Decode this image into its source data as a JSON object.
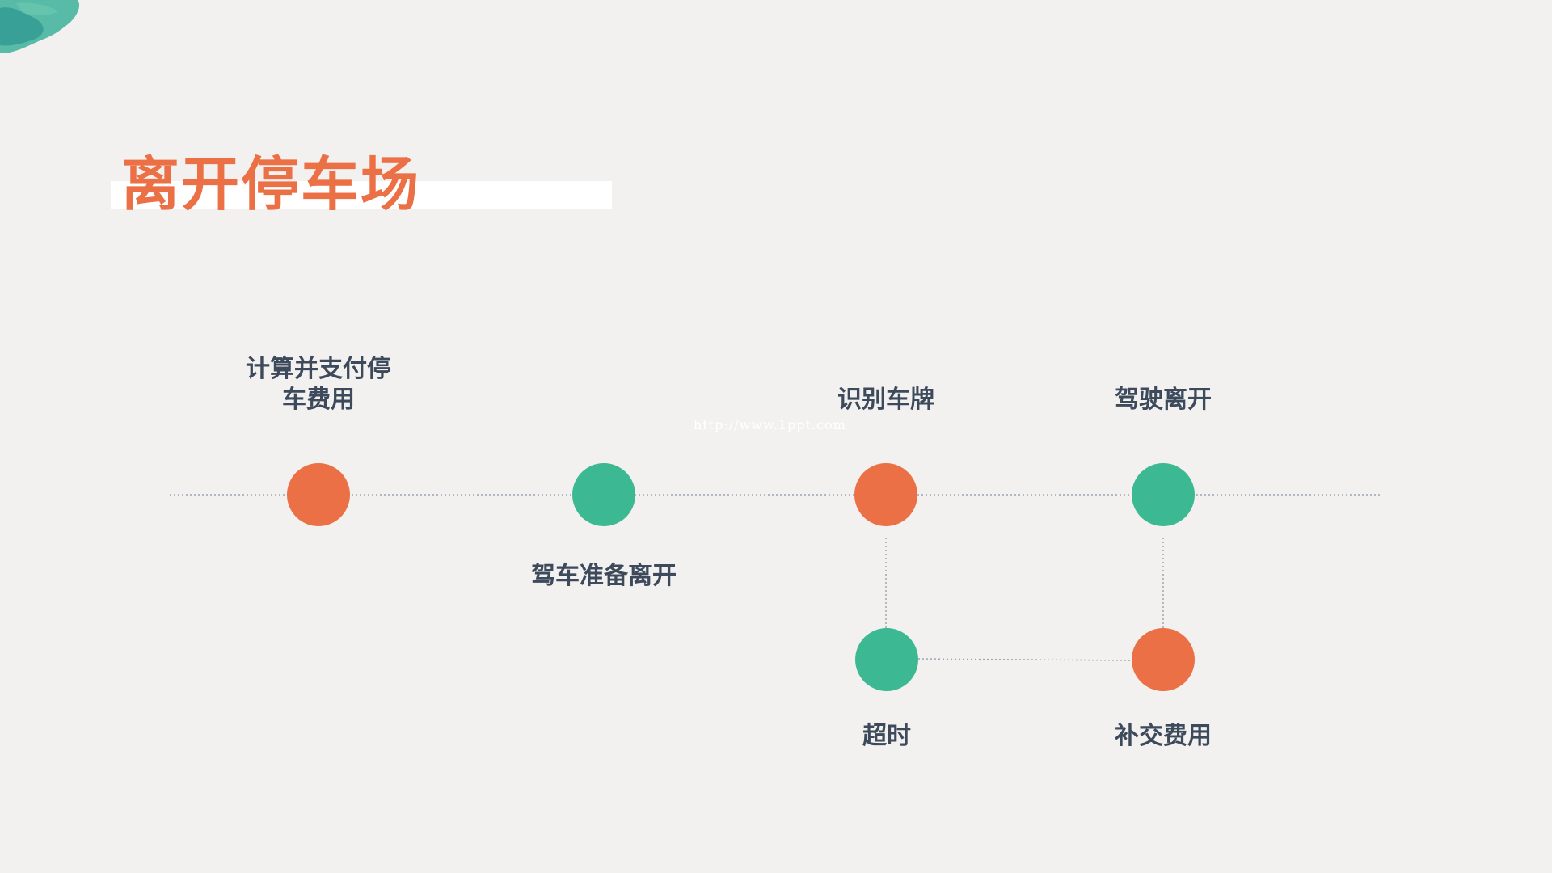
{
  "title": "离开停车场",
  "watermark": "http://www.1ppt.com",
  "colors": {
    "orange": "#ec7045",
    "green": "#3cb992",
    "text": "#3d4a5c",
    "background": "#f3f1ef"
  },
  "steps": [
    {
      "lines": [
        "计算并支付停",
        "车费用"
      ],
      "color": "orange"
    },
    {
      "lines": [
        "驾车准备离开"
      ],
      "color": "green"
    },
    {
      "lines": [
        "识别车牌"
      ],
      "color": "orange"
    },
    {
      "lines": [
        "驾驶离开"
      ],
      "color": "green"
    },
    {
      "lines": [
        "超时"
      ],
      "color": "green"
    },
    {
      "lines": [
        "补交费用"
      ],
      "color": "orange"
    }
  ]
}
